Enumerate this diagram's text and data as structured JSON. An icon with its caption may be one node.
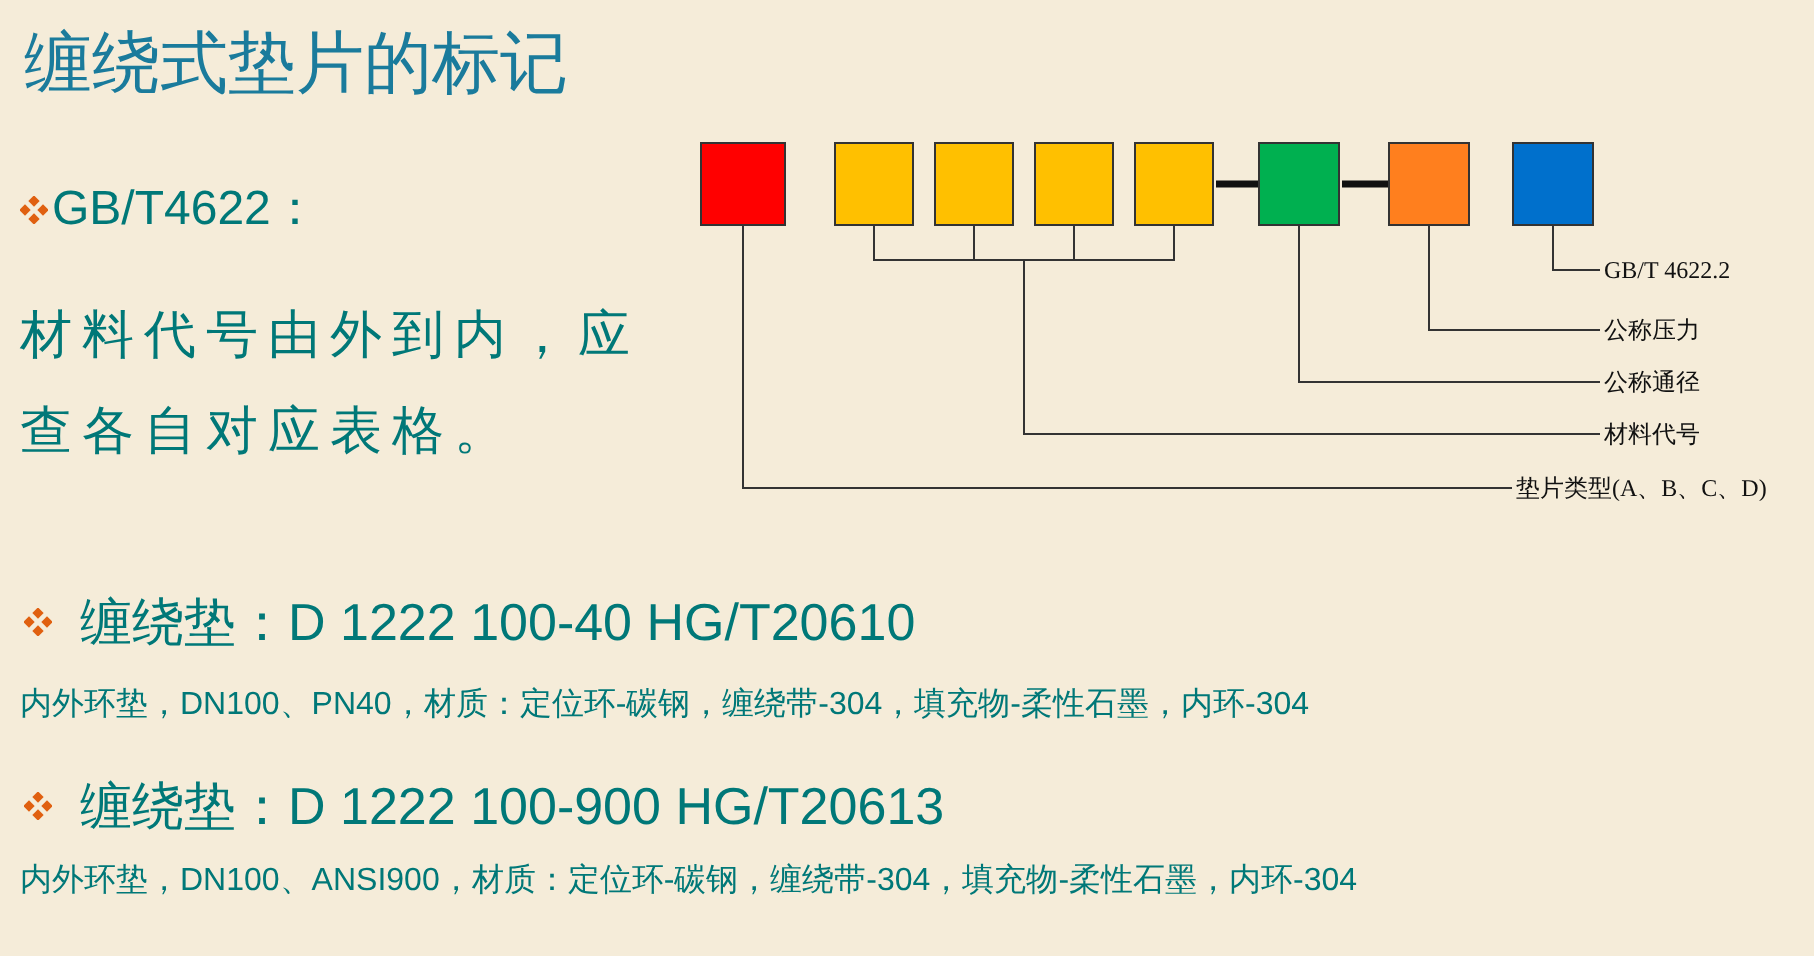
{
  "diagram": {
    "title": "缠绕式垫片的标记",
    "nodes": [
      {
        "text": [],
        "shape": "box"
      },
      {
        "text": [],
        "shape": "box"
      },
      {
        "text": [],
        "shape": "box"
      },
      {
        "text": [],
        "shape": "box"
      },
      {
        "text": [],
        "shape": "box"
      },
      {
        "text": [],
        "shape": "box"
      },
      {
        "text": [],
        "shape": "box"
      },
      {
        "text": [],
        "shape": "box"
      },
      {
        "text": [
          "GB/T 4622.2"
        ]
      },
      {
        "text": [
          "公称压力"
        ]
      },
      {
        "text": [
          "公称通径"
        ]
      },
      {
        "text": [
          "材料代号"
        ]
      },
      {
        "text": [
          "垫片类型(A、B、C、D)"
        ]
      }
    ],
    "edges": [
      {
        "from": 8,
        "to": 7,
        "arrow": "none"
      },
      {
        "from": 9,
        "to": 6,
        "arrow": "none"
      },
      {
        "from": 10,
        "to": 5,
        "arrow": "none"
      },
      {
        "from": 11,
        "to": 1,
        "arrow": "none"
      },
      {
        "from": 11,
        "to": 2,
        "arrow": "none"
      },
      {
        "from": 11,
        "to": 3,
        "arrow": "none"
      },
      {
        "from": 11,
        "to": 4,
        "arrow": "none"
      },
      {
        "from": 12,
        "to": 0,
        "arrow": "none"
      },
      {
        "from": 4,
        "to": 5,
        "arrow": "none",
        "style": "thick",
        "color": "#111111"
      },
      {
        "from": 5,
        "to": 6,
        "arrow": "none",
        "style": "thick",
        "color": "#111111"
      }
    ],
    "labels": [
      "GB/T4622：",
      "材料代号由外到内，应查各自对应表格。",
      "缠绕垫：D 1222 100-40 HG/T20610",
      "内外环垫，DN100、PN40，材质：定位环-碳钢，缠绕带-304，填充物-柔性石墨，内环-304",
      "缠绕垫：D 1222 100-900 HG/T20613",
      "内外环垫，DN100、ANSI900，材质：定位环-碳钢，缠绕带-304，填充物-柔性石墨，内环-304"
    ]
  }
}
